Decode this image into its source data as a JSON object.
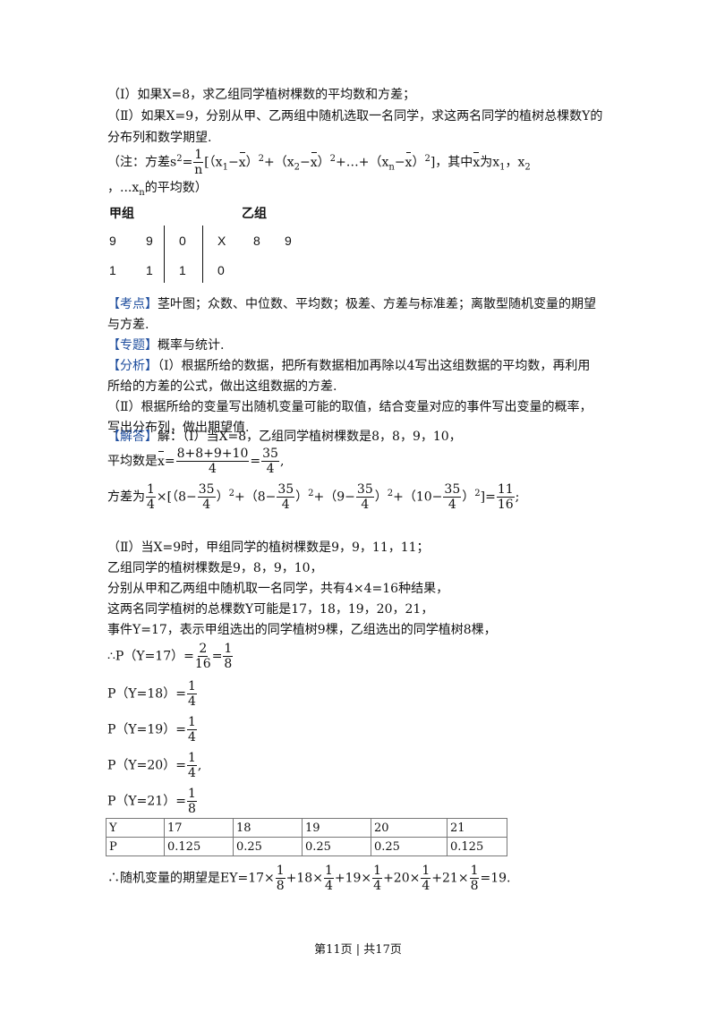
{
  "problem": {
    "part1": "（Ⅰ）如果X=8，求乙组同学植树棵数的平均数和方差；",
    "part2a": "（Ⅱ）如果X=9，分别从甲、乙两组中随机选取一名同学，求这两名同学的植树总棵数Y的",
    "part2b": "分布列和数学期望.",
    "note_prefix": "（注：方差",
    "note_formula_a": "[（x",
    "note_formula_b": "）",
    "note_suffix": "]，其中",
    "note_mean_text": "为x",
    "note_end": "，...x",
    "note_end2": "的平均数）"
  },
  "stemleaf": {
    "label_jia": "甲组",
    "label_yi": "乙组",
    "row1_left": [
      "9",
      "9"
    ],
    "row1_stem": "0",
    "row1_right": [
      "X",
      "8",
      "9"
    ],
    "row2_left": [
      "1",
      "1"
    ],
    "row2_stem": "1",
    "row2_right": [
      "0"
    ]
  },
  "kaodian": {
    "tag": "【考点】",
    "text1": "茎叶图；众数、中位数、平均数；极差、方差与标准差；离散型随机变量的期望",
    "text2": "与方差."
  },
  "zhuanti": {
    "tag": "【专题】",
    "text": "概率与统计."
  },
  "fenxi": {
    "tag": "【分析】",
    "text1": "（Ⅰ）根据所给的数据，把所有数据相加再除以4写出这组数据的平均数，再利用",
    "text2": "所给的方差的公式，做出这组数据的方差.",
    "text3": "（Ⅱ）根据所给的变量写出随机变量可能的取值，结合变量对应的事件写出变量的概率，",
    "text4": "写出分布列，做出期望值."
  },
  "jieda": {
    "tag": "【解答】",
    "text1": "解：（Ⅰ）当X=8，乙组同学植树棵数是8，8，9，10，",
    "mean_prefix": "平均数是",
    "mean_num": "8+8+9+10",
    "mean_den": "4",
    "mean_res_num": "35",
    "mean_res_den": "4",
    "var_prefix": "方差为",
    "var_res_num": "11",
    "var_res_den": "16",
    "p2_l1": "（Ⅱ）当X=9时，甲组同学的植树棵数是9，9，11，11；",
    "p2_l2": "乙组同学的植树棵数是9，8，9，10，",
    "p2_l3": "分别从甲和乙两组中随机取一名同学，共有4×4=16种结果，",
    "p2_l4": "这两名同学植树的总棵数Y可能是17，18，19，20，21，",
    "p2_l5": "事件Y=17，表示甲组选出的同学植树9棵，乙组选出的同学植树8棵，",
    "p17": "∴P（Y=17）=",
    "p18": "P（Y=18）=",
    "p19": "P（Y=19）=",
    "p20": "P（Y=20）=",
    "p21": "P（Y=21）=",
    "exp_prefix": "∴随机变量的期望是EY=",
    "exp_res": "=19."
  },
  "dist_table": {
    "header": [
      "Y",
      "17",
      "18",
      "19",
      "20",
      "21"
    ],
    "row": [
      "P",
      "0.125",
      "0.25",
      "0.25",
      "0.25",
      "0.125"
    ]
  },
  "footer": "第11页 | 共17页"
}
